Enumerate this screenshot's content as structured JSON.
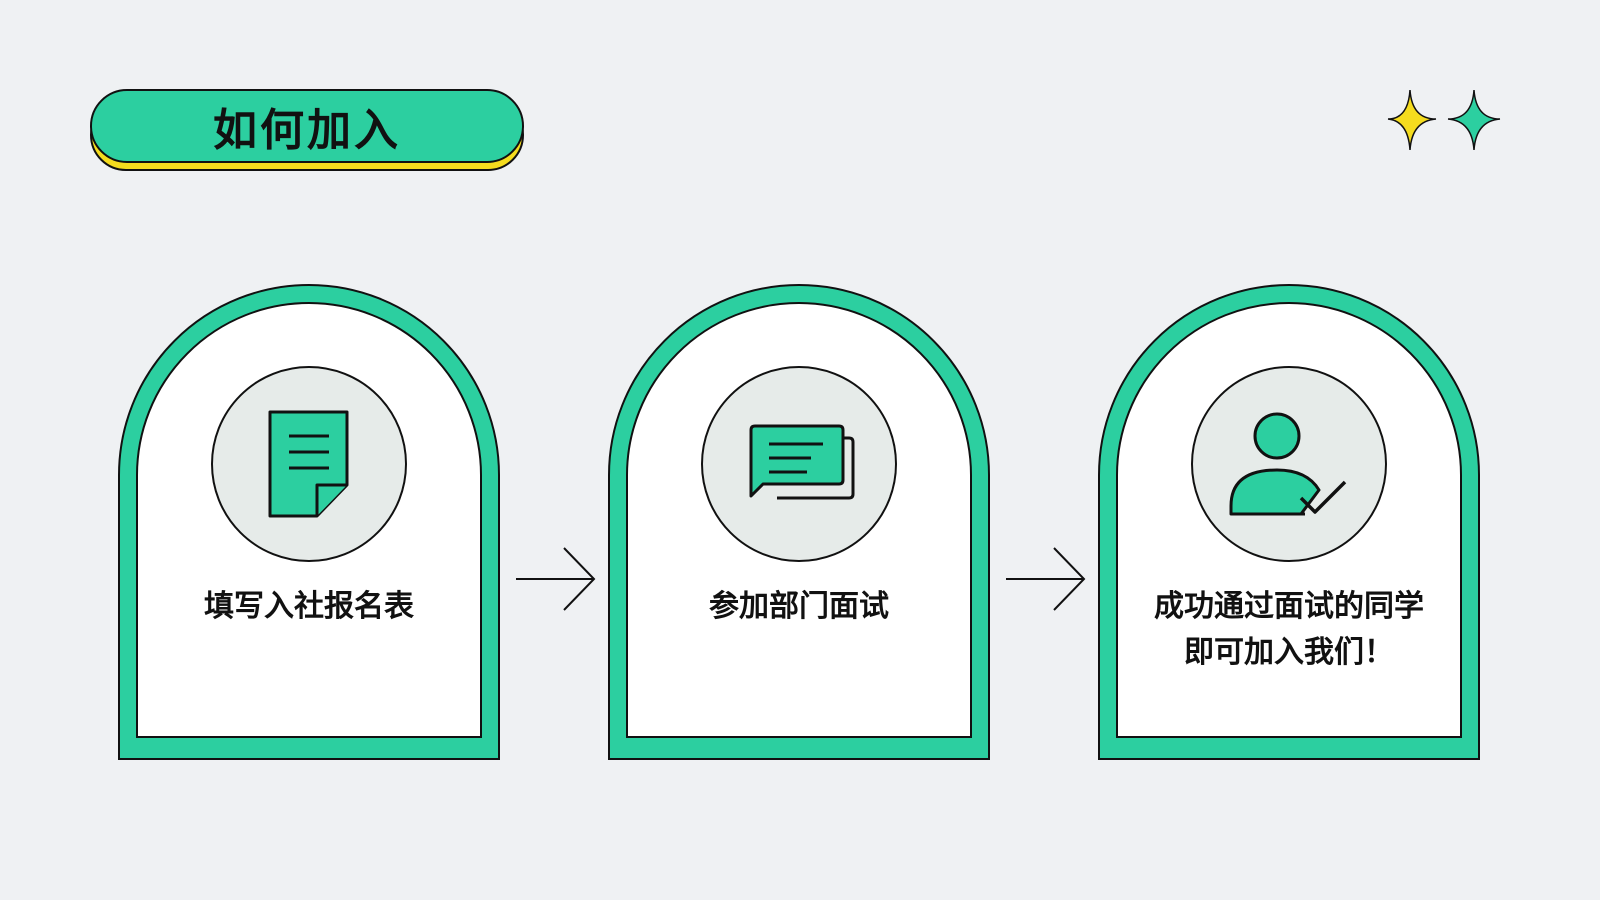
{
  "header": {
    "title": "如何加入"
  },
  "steps": [
    {
      "text": "填写入社报名表",
      "icon": "document-icon"
    },
    {
      "text": "参加部门面试",
      "icon": "chat-bubble-icon"
    },
    {
      "text_line1": "成功通过面试的同学",
      "text_line2": "即可加入我们！",
      "icon": "user-check-icon"
    }
  ],
  "colors": {
    "accent_green": "#2ccfa0",
    "accent_yellow": "#f5dc1e",
    "background": "#eff1f3",
    "outline": "#111111"
  }
}
